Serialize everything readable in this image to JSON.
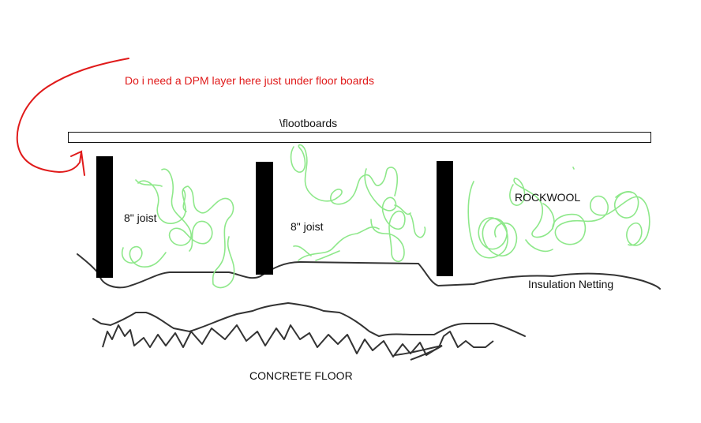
{
  "question": "Do i need a DPM layer here just under floor boards",
  "floorboards_label": "\\flootboards",
  "joist_labels": [
    "8\" joist",
    "8\" joist"
  ],
  "rockwool_label": "ROCKWOOL",
  "netting_label": "Insulation Netting",
  "concrete_label": "CONCRETE FLOOR",
  "colors": {
    "annotation": "#e01a1a",
    "insulation": "#8ee88a",
    "ink": "#111111",
    "netting": "#333333"
  }
}
